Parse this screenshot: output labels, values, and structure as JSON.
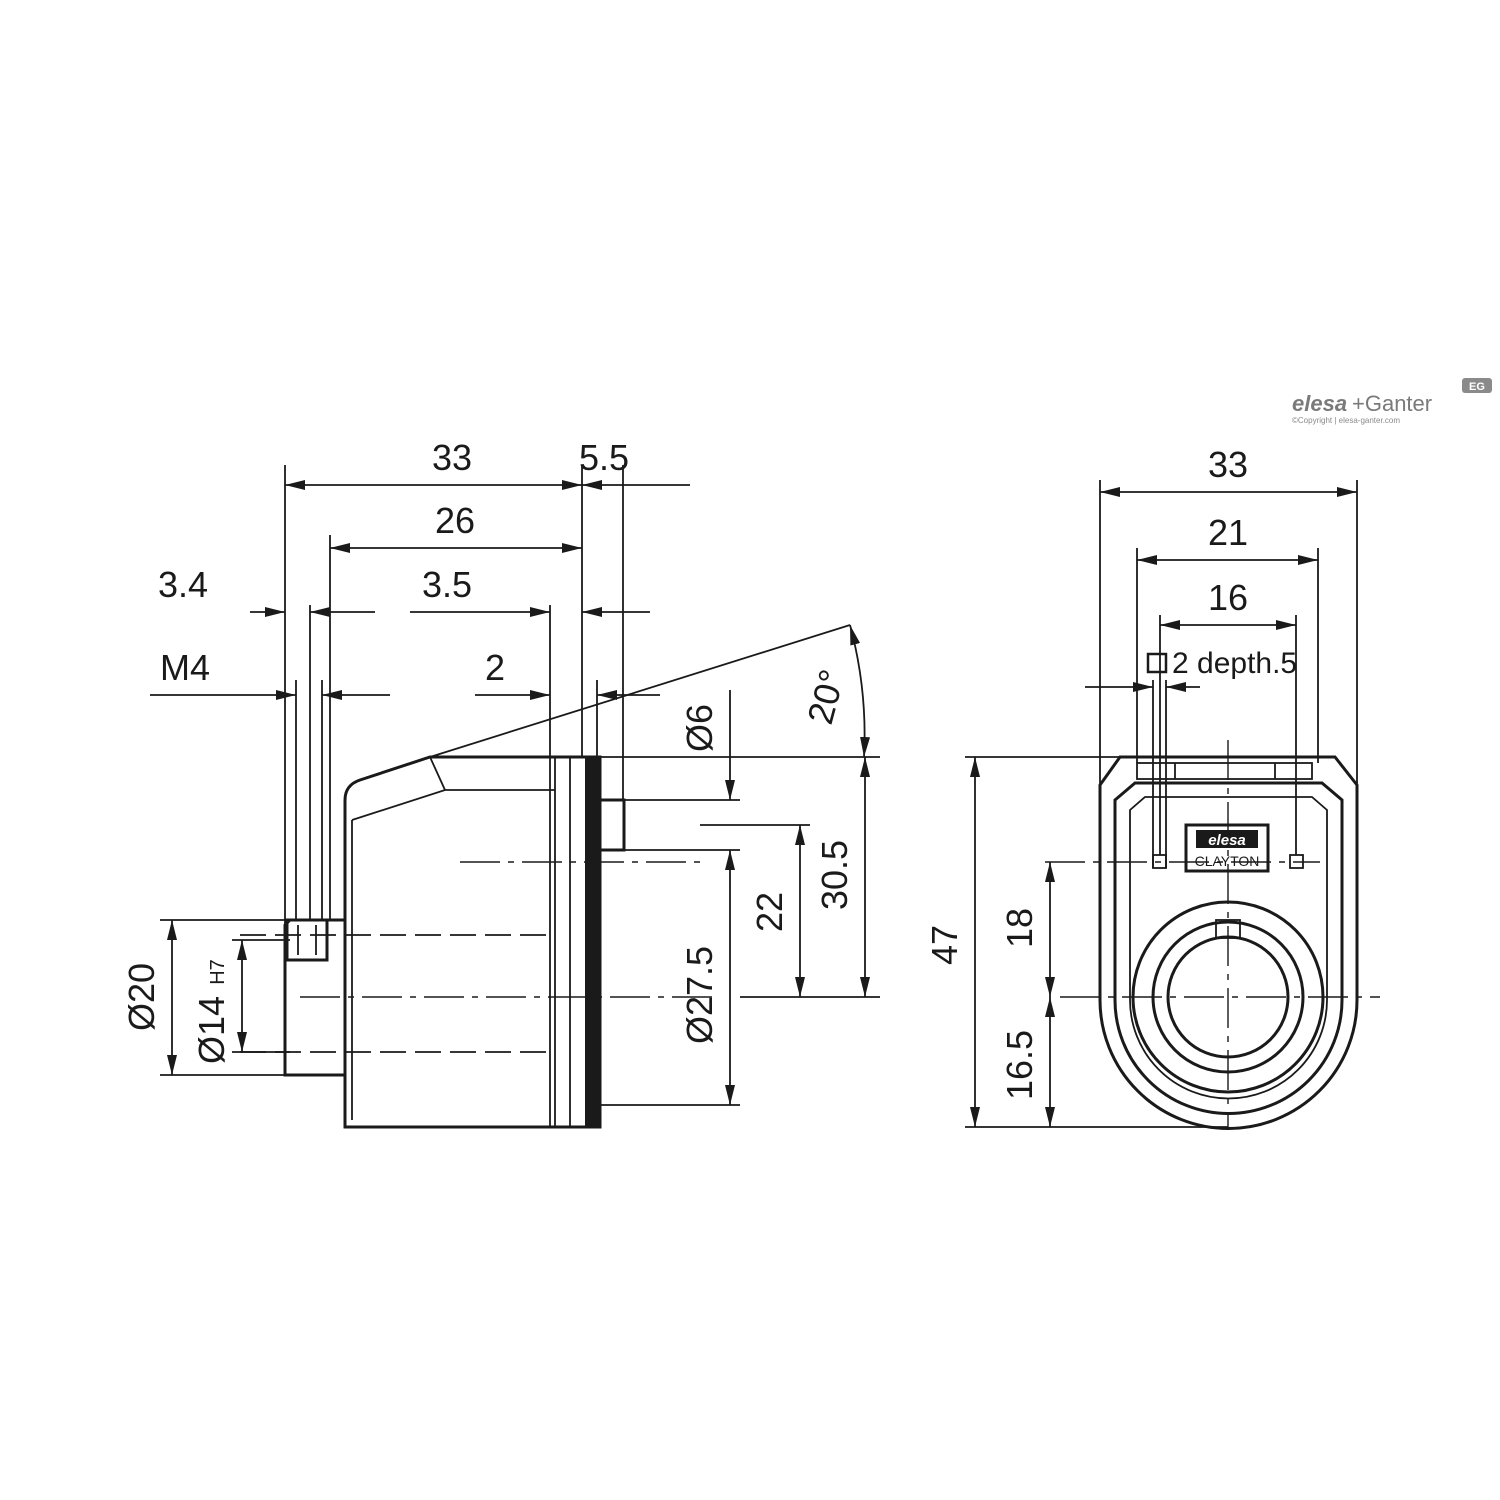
{
  "brand": {
    "name_part1": "elesa",
    "name_part2": "+Ganter",
    "copyright": "©Copyright | elesa-ganter.com",
    "badge": "EG"
  },
  "side_view": {
    "dimensions": {
      "overall_length": "33",
      "body_length": "26",
      "front_offset": "5.5",
      "screw_offset": "3.4",
      "flange_thickness": "3.5",
      "thread": "M4",
      "pin_offset": "2",
      "pin_diameter": "Ø6",
      "angle": "20°",
      "bore_diameter": "Ø14",
      "bore_tolerance": "H7",
      "hub_diameter": "Ø20",
      "body_diameter": "Ø27.5",
      "pin_height": "22",
      "total_height": "30.5"
    }
  },
  "front_view": {
    "dimensions": {
      "width": "33",
      "hole_spacing_outer": "21",
      "hole_spacing": "16",
      "hole_note": "2 depth.5",
      "total_height": "47",
      "hole_height": "18",
      "lower_height": "16.5"
    },
    "label": {
      "brand": "elesa",
      "model": "CLAYTON"
    }
  }
}
